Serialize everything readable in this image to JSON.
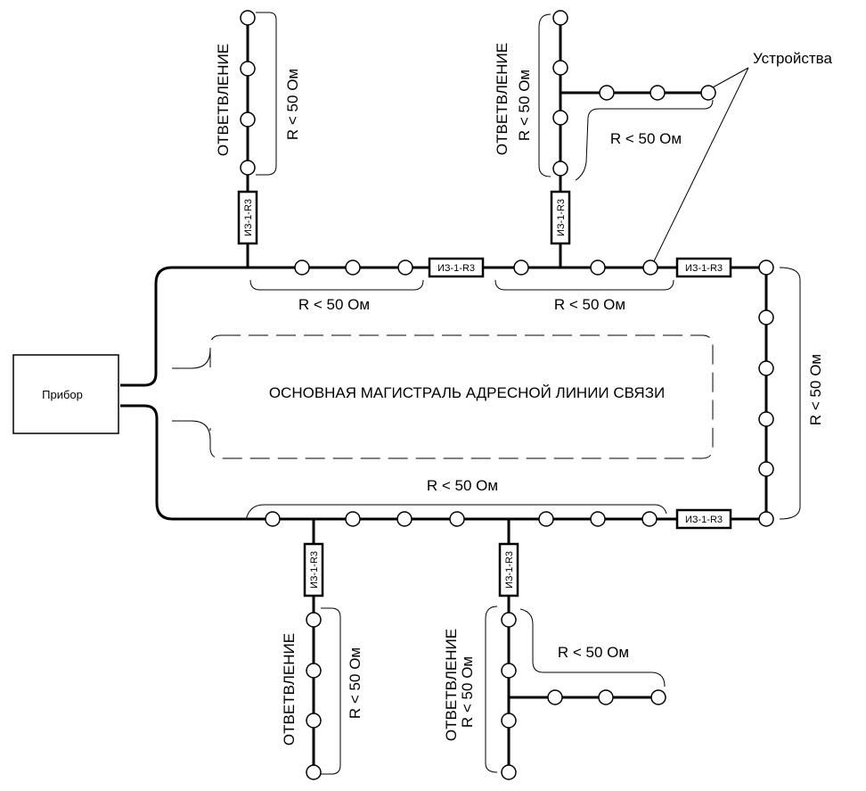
{
  "device_box": {
    "label": "Прибор"
  },
  "devices_label": "Устройства",
  "main_line_label": "ОСНОВНАЯ МАГИСТРАЛЬ АДРЕСНОЙ ЛИНИИ СВЯЗИ",
  "branch_label": "ОТВЕТВЛЕНИЕ",
  "resistance_label": "R < 50 Ом",
  "isolator_label": "ИЗ-1-R3"
}
